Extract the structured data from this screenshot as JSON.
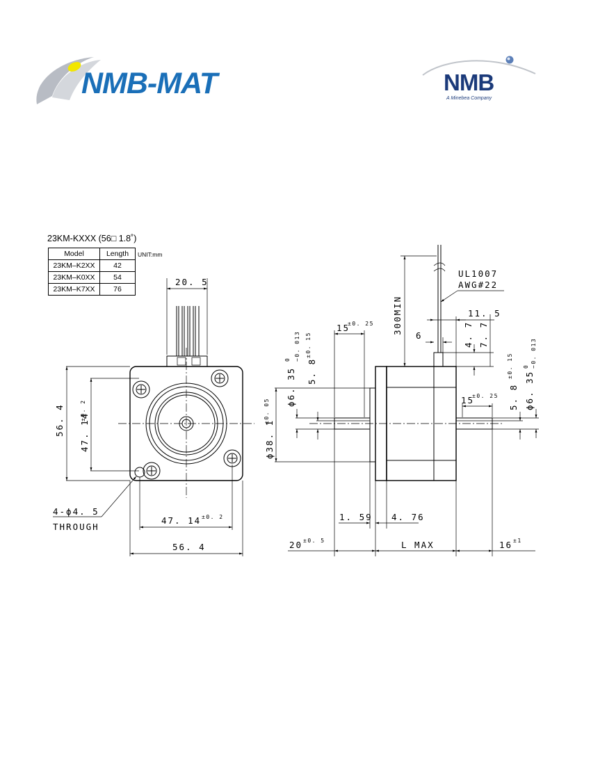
{
  "brand": {
    "left_logo_text": "NMB-MAT",
    "right_logo_text": "NMB",
    "right_logo_tagline": "A Minebea Company",
    "colors": {
      "brand_blue": "#1a6fb8",
      "logo_gray": "#b8bcc4",
      "yellow_accent": "#f2e600",
      "nmb_navy": "#1b3a7a"
    }
  },
  "spec": {
    "title": "23KM-KXXX (56□ 1.8˚)",
    "unit": "UNIT:mm",
    "columns": [
      "Model",
      "Length"
    ],
    "rows": [
      [
        "23KM–K2XX",
        "42"
      ],
      [
        "23KM–K0XX",
        "54"
      ],
      [
        "23KM–K7XX",
        "76"
      ]
    ]
  },
  "dims": {
    "connector_width": "20. 5",
    "square_height": "56. 4",
    "hole_pitch_v": "47. 14",
    "hole_pitch_v_tol": "±0. 2",
    "hole_pitch_h": "47. 14",
    "hole_pitch_h_tol": "±0. 2",
    "square_width": "56. 4",
    "mount_holes": "4-ϕ4. 5",
    "through": "THROUGH",
    "lead_spec_1": "UL1007",
    "lead_spec_2": "AWG#22",
    "lead_length": "300MIN",
    "dim_11_5": "11. 5",
    "dim_6": "6",
    "dim_4_7": "4. 7",
    "dim_7_7": "7. 7",
    "front_flat": "15",
    "front_flat_tol": "±0. 25",
    "front_shaft_dia": "ϕ6. 35",
    "front_shaft_dia_tol": "−0. 013",
    "front_shaft_dia_tol_upper": "0",
    "front_d_cut": "5. 8",
    "front_d_cut_tol": "±0. 15",
    "pilot_dia": "ϕ38. 1",
    "pilot_dia_tol": "±0. 05",
    "rear_flat": "15",
    "rear_flat_tol": "±0. 25",
    "rear_d_cut": "5. 8",
    "rear_d_cut_tol": "±0. 15",
    "rear_shaft_dia": "ϕ6. 35",
    "rear_shaft_dia_tol": "−0. 013",
    "rear_shaft_dia_tol_upper": "0",
    "pilot_height": "1. 59",
    "flange_thickness": "4. 76",
    "front_shaft_len": "20",
    "front_shaft_len_tol": "±0. 5",
    "body_length": "L MAX",
    "rear_shaft_len": "16",
    "rear_shaft_len_tol": "±1"
  }
}
